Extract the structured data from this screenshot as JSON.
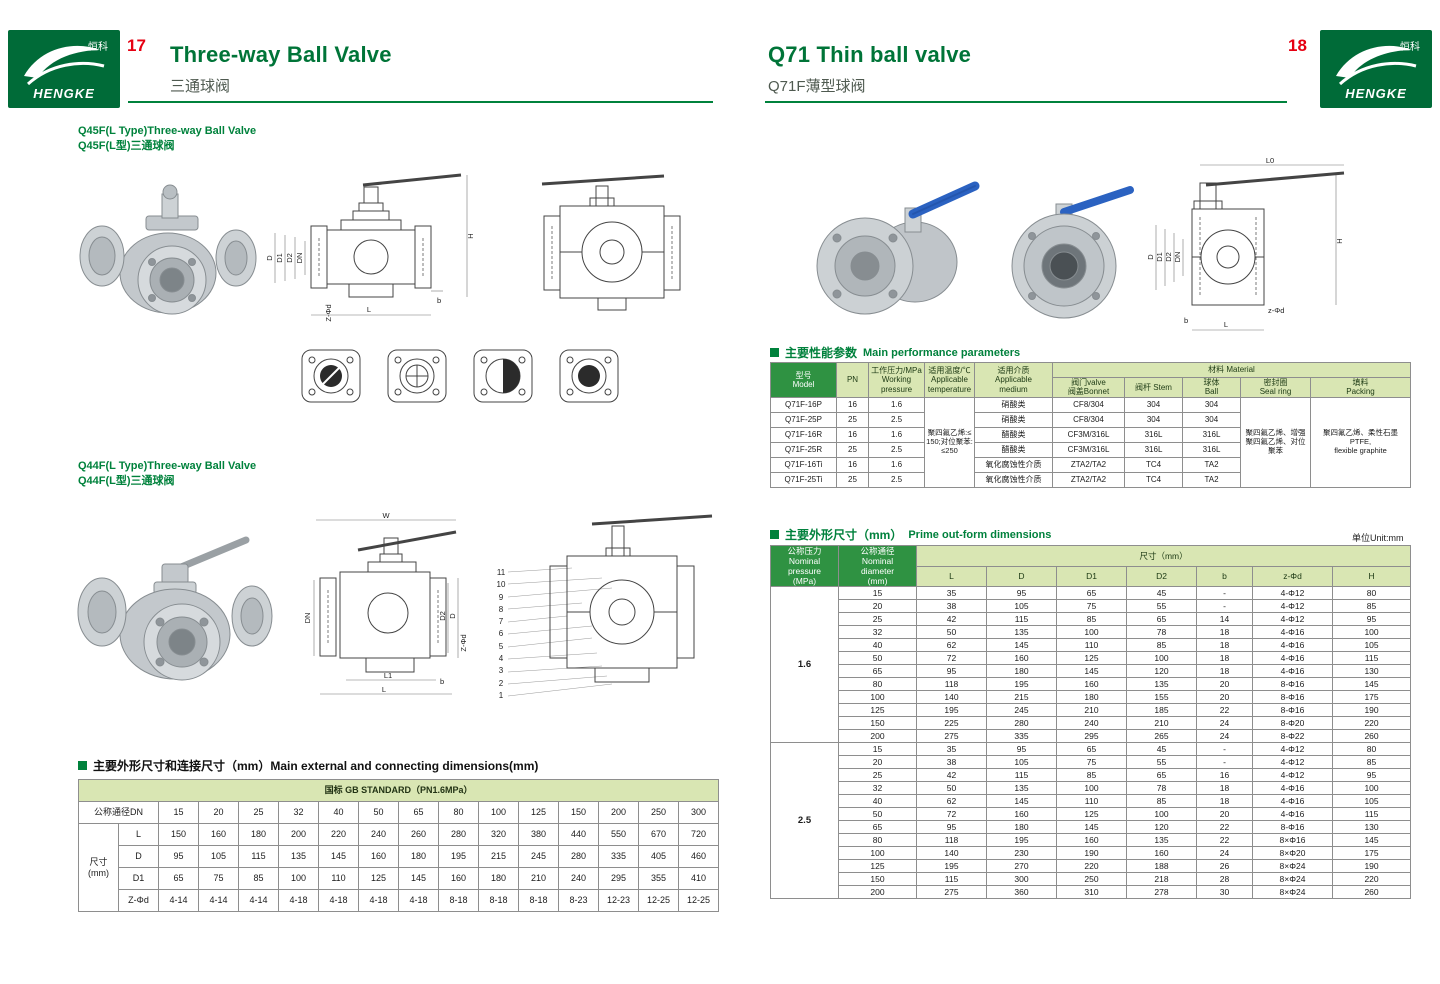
{
  "colors": {
    "brand_green": "#00823c",
    "dark_green_header": "#2f9242",
    "light_green_band": "#d9e6b3",
    "page_red": "#e60012",
    "logo_green": "#006b38",
    "handle_blue": "#2b62c1"
  },
  "meta": {
    "page_left": "17",
    "page_right": "18",
    "brand_cn": "恒科",
    "brand_en": "HENGKE"
  },
  "left_page": {
    "title_en": "Three-way Ball Valve",
    "title_cn": "三通球阀",
    "section1_title_en": "Q45F(L Type)Three-way Ball Valve",
    "section1_title_cn": "Q45F(L型)三通球阀",
    "section2_title_en": "Q44F(L Type)Three-way Ball Valve",
    "section2_title_cn": "Q44F(L型)三通球阀",
    "q45f_labels": {
      "h": "H",
      "d": "D",
      "d1": "D1",
      "d2": "D2",
      "dn": "DN",
      "l": "L",
      "b": "b",
      "zd": "Z-Φd"
    },
    "q44f_labels": {
      "w": "W",
      "dn": "DN",
      "d2": "D2",
      "d": "D",
      "l1": "L1",
      "l": "L",
      "b": "b",
      "zd": "Z-Φd"
    },
    "part_numbers": [
      "11",
      "10",
      "9",
      "8",
      "7",
      "6",
      "5",
      "4",
      "3",
      "2",
      "1"
    ],
    "gb_table": {
      "title": "主要外形尺寸和连接尺寸（mm）Main external and connecting dimensions(mm)",
      "band": "国标 GB STANDARD（PN1.6MPa）",
      "dn_header": "公称通径DN",
      "size_label": "尺寸\n(mm)",
      "dn": [
        "15",
        "20",
        "25",
        "32",
        "40",
        "50",
        "65",
        "80",
        "100",
        "125",
        "150",
        "200",
        "250",
        "300"
      ],
      "rows": [
        {
          "label": "L",
          "values": [
            "150",
            "160",
            "180",
            "200",
            "220",
            "240",
            "260",
            "280",
            "320",
            "380",
            "440",
            "550",
            "670",
            "720"
          ]
        },
        {
          "label": "D",
          "values": [
            "95",
            "105",
            "115",
            "135",
            "145",
            "160",
            "180",
            "195",
            "215",
            "245",
            "280",
            "335",
            "405",
            "460"
          ]
        },
        {
          "label": "D1",
          "values": [
            "65",
            "75",
            "85",
            "100",
            "110",
            "125",
            "145",
            "160",
            "180",
            "210",
            "240",
            "295",
            "355",
            "410"
          ]
        },
        {
          "label": "Z-Φd",
          "values": [
            "4-14",
            "4-14",
            "4-14",
            "4-18",
            "4-18",
            "4-18",
            "4-18",
            "8-18",
            "8-18",
            "8-18",
            "8-23",
            "12-23",
            "12-25",
            "12-25"
          ]
        }
      ]
    }
  },
  "right_page": {
    "title_en": "Q71 Thin ball valve",
    "title_cn": "Q71F薄型球阀",
    "drawing_labels": {
      "l0": "L0",
      "h": "H",
      "d": "D",
      "d1": "D1",
      "d2": "D2",
      "dn": "DN",
      "zd": "z-Φd",
      "b": "b",
      "l": "L"
    },
    "perf_table": {
      "title_cn": "主要性能参数",
      "title_en": "Main performance parameters",
      "headers": {
        "model": "型号\nModel",
        "pn": "PN",
        "pressure": "工作压力/MPa\nWorking\npressure",
        "temp": "适用温度/℃\nApplicable\ntemperature",
        "medium": "适用介质\nApplicable\nmedium",
        "material": "材料 Material",
        "bonnet": "阀门valve\n阀盖Bonnet",
        "stem": "阀杆 Stem",
        "ball": "球体\nBall",
        "seal": "密封圈\nSeal ring",
        "packing": "填料\nPacking"
      },
      "temperature": "聚四氟乙烯:≤150;对位聚苯:≤250",
      "seal_ring": "聚四氟乙烯、增强聚四氟乙烯、对位聚苯",
      "packing_merged": "聚四氟乙烯、柔性石墨\nPTFE,\nflexible graphite",
      "rows": [
        {
          "model": "Q71F-16P",
          "pn": "16",
          "pressure": "1.6",
          "medium": "硝酸类",
          "bonnet": "CF8/304",
          "stem": "304",
          "ball": "304"
        },
        {
          "model": "Q71F-25P",
          "pn": "25",
          "pressure": "2.5",
          "medium": "硝酸类",
          "bonnet": "CF8/304",
          "stem": "304",
          "ball": "304"
        },
        {
          "model": "Q71F-16R",
          "pn": "16",
          "pressure": "1.6",
          "medium": "醋酸类",
          "bonnet": "CF3M/316L",
          "stem": "316L",
          "ball": "316L"
        },
        {
          "model": "Q71F-25R",
          "pn": "25",
          "pressure": "2.5",
          "medium": "醋酸类",
          "bonnet": "CF3M/316L",
          "stem": "316L",
          "ball": "316L"
        },
        {
          "model": "Q71F-16Ti",
          "pn": "16",
          "pressure": "1.6",
          "medium": "氧化腐蚀性介质",
          "bonnet": "ZTA2/TA2",
          "stem": "TC4",
          "ball": "TA2"
        },
        {
          "model": "Q71F-25Ti",
          "pn": "25",
          "pressure": "2.5",
          "medium": "氧化腐蚀性介质",
          "bonnet": "ZTA2/TA2",
          "stem": "TC4",
          "ball": "TA2"
        }
      ]
    },
    "out_table": {
      "title_cn": "主要外形尺寸（mm）",
      "title_en": "Prime out-form dimensions",
      "unit": "单位Unit:mm",
      "headers": {
        "pressure": "公称压力\nNominal\npressure\n(MPa)",
        "diameter": "公称通径\nNominal\ndiameter\n(mm)",
        "size_band": "尺寸（mm）",
        "cols": [
          "L",
          "D",
          "D1",
          "D2",
          "b",
          "z-Φd",
          "H"
        ]
      },
      "groups": [
        {
          "pressure": "1.6",
          "rows": [
            [
              "15",
              "35",
              "95",
              "65",
              "45",
              "-",
              "4-Φ12",
              "80"
            ],
            [
              "20",
              "38",
              "105",
              "75",
              "55",
              "-",
              "4-Φ12",
              "85"
            ],
            [
              "25",
              "42",
              "115",
              "85",
              "65",
              "14",
              "4-Φ12",
              "95"
            ],
            [
              "32",
              "50",
              "135",
              "100",
              "78",
              "18",
              "4-Φ16",
              "100"
            ],
            [
              "40",
              "62",
              "145",
              "110",
              "85",
              "18",
              "4-Φ16",
              "105"
            ],
            [
              "50",
              "72",
              "160",
              "125",
              "100",
              "18",
              "4-Φ16",
              "115"
            ],
            [
              "65",
              "95",
              "180",
              "145",
              "120",
              "18",
              "4-Φ16",
              "130"
            ],
            [
              "80",
              "118",
              "195",
              "160",
              "135",
              "20",
              "8-Φ16",
              "145"
            ],
            [
              "100",
              "140",
              "215",
              "180",
              "155",
              "20",
              "8-Φ16",
              "175"
            ],
            [
              "125",
              "195",
              "245",
              "210",
              "185",
              "22",
              "8-Φ16",
              "190"
            ],
            [
              "150",
              "225",
              "280",
              "240",
              "210",
              "24",
              "8-Φ20",
              "220"
            ],
            [
              "200",
              "275",
              "335",
              "295",
              "265",
              "24",
              "8-Φ22",
              "260"
            ]
          ]
        },
        {
          "pressure": "2.5",
          "rows": [
            [
              "15",
              "35",
              "95",
              "65",
              "45",
              "-",
              "4-Φ12",
              "80"
            ],
            [
              "20",
              "38",
              "105",
              "75",
              "55",
              "-",
              "4-Φ12",
              "85"
            ],
            [
              "25",
              "42",
              "115",
              "85",
              "65",
              "16",
              "4-Φ12",
              "95"
            ],
            [
              "32",
              "50",
              "135",
              "100",
              "78",
              "18",
              "4-Φ16",
              "100"
            ],
            [
              "40",
              "62",
              "145",
              "110",
              "85",
              "18",
              "4-Φ16",
              "105"
            ],
            [
              "50",
              "72",
              "160",
              "125",
              "100",
              "20",
              "4-Φ16",
              "115"
            ],
            [
              "65",
              "95",
              "180",
              "145",
              "120",
              "22",
              "8-Φ16",
              "130"
            ],
            [
              "80",
              "118",
              "195",
              "160",
              "135",
              "22",
              "8×Φ16",
              "145"
            ],
            [
              "100",
              "140",
              "230",
              "190",
              "160",
              "24",
              "8×Φ20",
              "175"
            ],
            [
              "125",
              "195",
              "270",
              "220",
              "188",
              "26",
              "8×Φ24",
              "190"
            ],
            [
              "150",
              "115",
              "300",
              "250",
              "218",
              "28",
              "8×Φ24",
              "220"
            ],
            [
              "200",
              "275",
              "360",
              "310",
              "278",
              "30",
              "8×Φ24",
              "260"
            ]
          ]
        }
      ]
    }
  }
}
